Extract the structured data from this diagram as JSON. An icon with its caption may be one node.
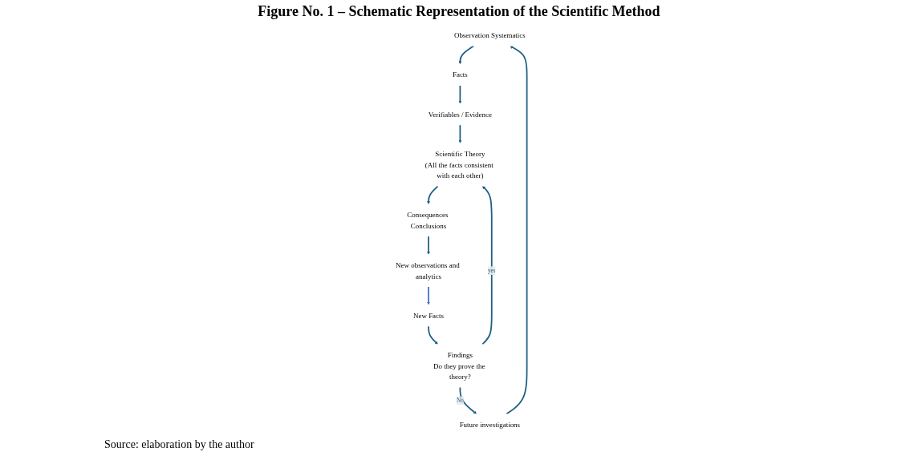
{
  "diagram": {
    "title": "Figure No. 1 – Schematic Representation of the Scientific Method",
    "nodes": [
      {
        "text": [
          "Observation Systematics"
        ]
      },
      {
        "text": [
          "Facts"
        ]
      },
      {
        "text": [
          "Verifiables / Evidence"
        ]
      },
      {
        "text": [
          "Scientific Theory",
          "(All the facts consistent with each other)"
        ]
      },
      {
        "text": [
          "Consequences Conclusions"
        ]
      },
      {
        "text": [
          "New observations and analytics"
        ]
      },
      {
        "text": [
          "New Facts"
        ]
      },
      {
        "text": [
          "Findings",
          "Do they prove the theory?"
        ]
      },
      {
        "text": [
          "Future investigations"
        ]
      }
    ],
    "edges": [
      {
        "from": 0,
        "to": 1,
        "arrow": "to"
      },
      {
        "from": 1,
        "to": 2,
        "arrow": "to"
      },
      {
        "from": 2,
        "to": 3,
        "arrow": "to"
      },
      {
        "from": 3,
        "to": 4,
        "arrow": "to"
      },
      {
        "from": 4,
        "to": 5,
        "arrow": "to"
      },
      {
        "from": 5,
        "to": 6,
        "arrow": "to",
        "color": "#4472c4"
      },
      {
        "from": 6,
        "to": 7,
        "arrow": "to"
      },
      {
        "from": 7,
        "to": 8,
        "arrow": "to",
        "label": "No"
      },
      {
        "from": 7,
        "to": 3,
        "arrow": "to",
        "label": "yes"
      },
      {
        "from": 8,
        "to": 0,
        "arrow": "to"
      }
    ],
    "caption": "Source: elaboration by the author"
  }
}
